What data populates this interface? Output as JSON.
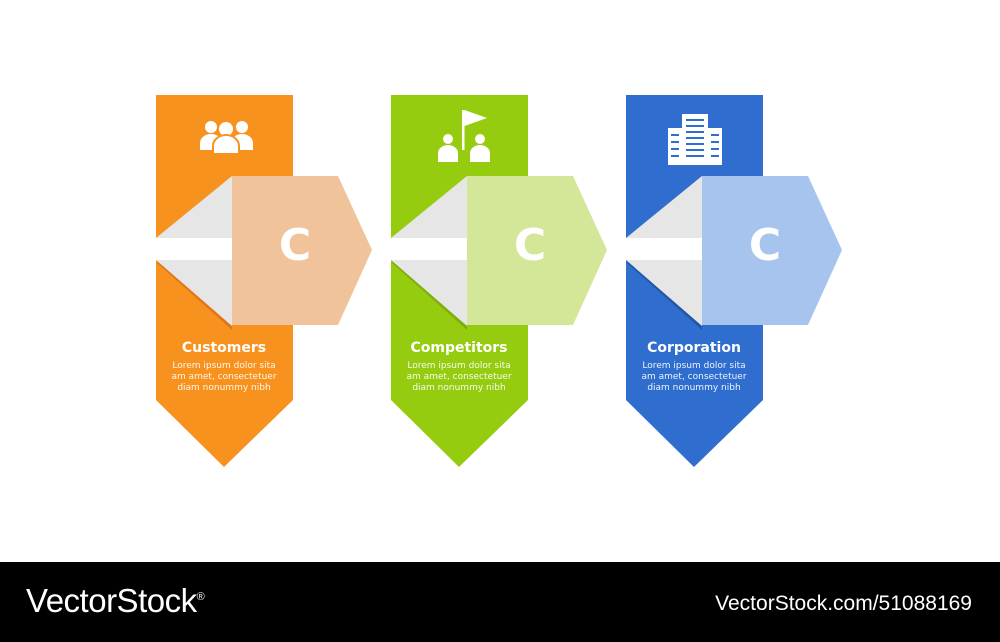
{
  "cards": [
    {
      "title": "Customers",
      "letter": "C",
      "body": [
        "Lorem ipsum dolor sita",
        "am amet, consectetuer",
        "diam nonummy  nibh"
      ],
      "icon": "people-group-icon",
      "color": "#F7921E",
      "dark": "#E0761A",
      "light": "#F0C39A"
    },
    {
      "title": "Competitors",
      "letter": "C",
      "body": [
        "Lorem ipsum dolor sita",
        "am amet, consectetuer",
        "diam nonummy  nibh"
      ],
      "icon": "people-flag-icon",
      "color": "#96CC0F",
      "dark": "#7DAE0C",
      "light": "#D4E697"
    },
    {
      "title": "Corporation",
      "letter": "C",
      "body": [
        "Lorem ipsum dolor sita",
        "am amet, consectetuer",
        "diam nonummy  nibh"
      ],
      "icon": "office-building-icon",
      "color": "#2F6DCE",
      "dark": "#2456A8",
      "light": "#A7C4EE"
    }
  ],
  "footer": {
    "brand": "VectorStock",
    "registered_mark": "®",
    "stock_id": "VectorStock.com/51088169"
  }
}
